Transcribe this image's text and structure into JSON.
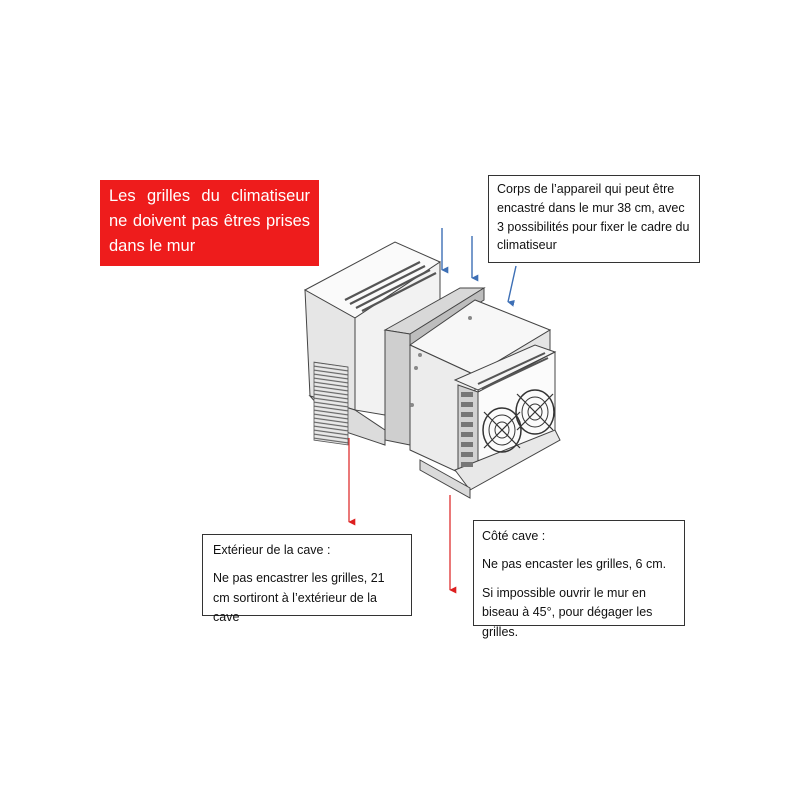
{
  "warning": {
    "text": "Les grilles du climatiseur ne doivent pas êtres prises dans le mur",
    "background_color": "#ee1c1c",
    "text_color": "#ffffff"
  },
  "body_note": {
    "text": "Corps de l’appareil qui peut être encastré dans le mur 38 cm, avec 3 possibilités pour fixer le cadre du climatiseur"
  },
  "exterior_note": {
    "title": "Extérieur de la cave :",
    "text": "Ne pas encastrer les grilles, 21 cm sortiront à l’extérieur de la cave"
  },
  "cave_note": {
    "title": "Côté cave :",
    "line1": "Ne pas encaster les grilles, 6 cm.",
    "line2": "Si impossible ouvrir le mur en biseau à 45°, pour dégager les grilles."
  },
  "arrows": {
    "blue_color": "#3d6fb5",
    "red_color": "#dd1f1f"
  },
  "unit_illustration": {
    "icon": "air-conditioner-unit-illustration",
    "fan_icon": "fan-grille-icon"
  }
}
